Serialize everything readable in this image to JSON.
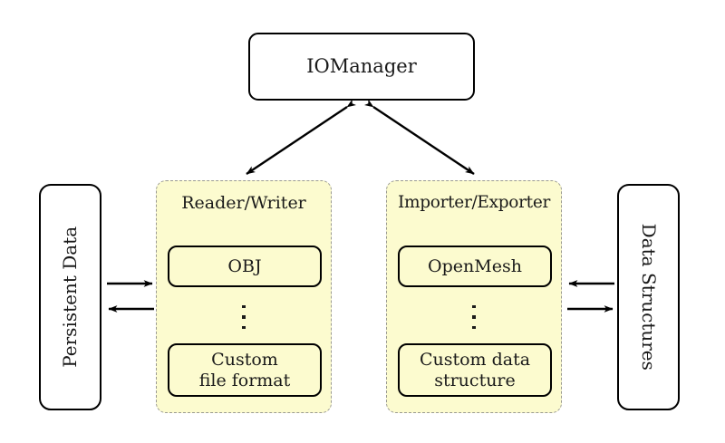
{
  "diagram": {
    "title_node": {
      "label": "IOManager"
    },
    "side_nodes": [
      {
        "id": "persistent-data",
        "label": "Persistent Data",
        "orientation": "rotated-ccw"
      },
      {
        "id": "data-structures",
        "label": "Data Structures",
        "orientation": "rotated-cw"
      }
    ],
    "groups": [
      {
        "id": "reader-writer",
        "title": "Reader/Writer",
        "items": [
          {
            "label": "OBJ"
          },
          {
            "label": "Custom\nfile format"
          }
        ],
        "ellipsis": "⋮"
      },
      {
        "id": "importer-exporter",
        "title": "Importer/Exporter",
        "items": [
          {
            "label": "OpenMesh"
          },
          {
            "label": "Custom data\nstructure"
          }
        ],
        "ellipsis": "⋮"
      }
    ],
    "connections": [
      {
        "id": "iomanager-to-readerwriter",
        "style": "double-headed-diagonal"
      },
      {
        "id": "iomanager-to-importerexporter",
        "style": "double-headed-diagonal"
      },
      {
        "id": "persistentdata-to-readerwriter",
        "style": "single-headed-right"
      },
      {
        "id": "readerwriter-to-persistentdata",
        "style": "single-headed-left"
      },
      {
        "id": "datastructures-to-importerexporter",
        "style": "single-headed-left"
      },
      {
        "id": "importerexporter-to-datastructures",
        "style": "single-headed-right"
      }
    ],
    "colors": {
      "group_fill": "#fcfbcf",
      "group_border": "#9a9a92",
      "node_border": "#000000",
      "node_fill": "#ffffff",
      "text": "#1a1a1a",
      "background": "#ffffff"
    }
  }
}
